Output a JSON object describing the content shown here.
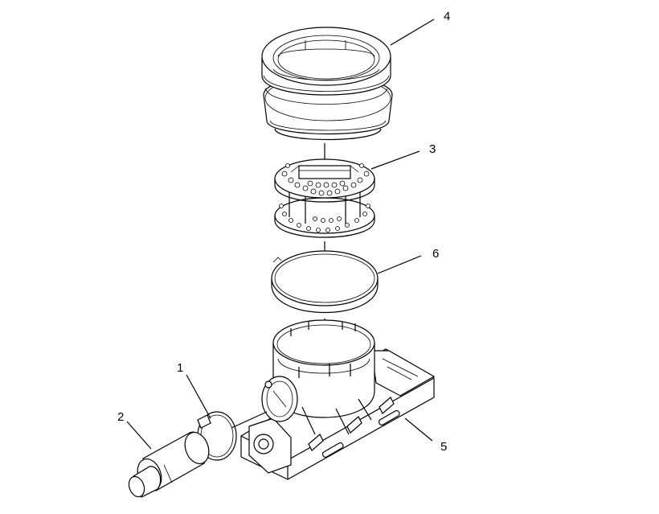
{
  "callouts": [
    {
      "id": "4",
      "label": "4"
    },
    {
      "id": "3",
      "label": "3"
    },
    {
      "id": "6",
      "label": "6"
    },
    {
      "id": "1",
      "label": "1"
    },
    {
      "id": "2",
      "label": "2"
    },
    {
      "id": "5",
      "label": "5"
    }
  ],
  "colors": {
    "line": "#000000",
    "background": "#ffffff"
  }
}
